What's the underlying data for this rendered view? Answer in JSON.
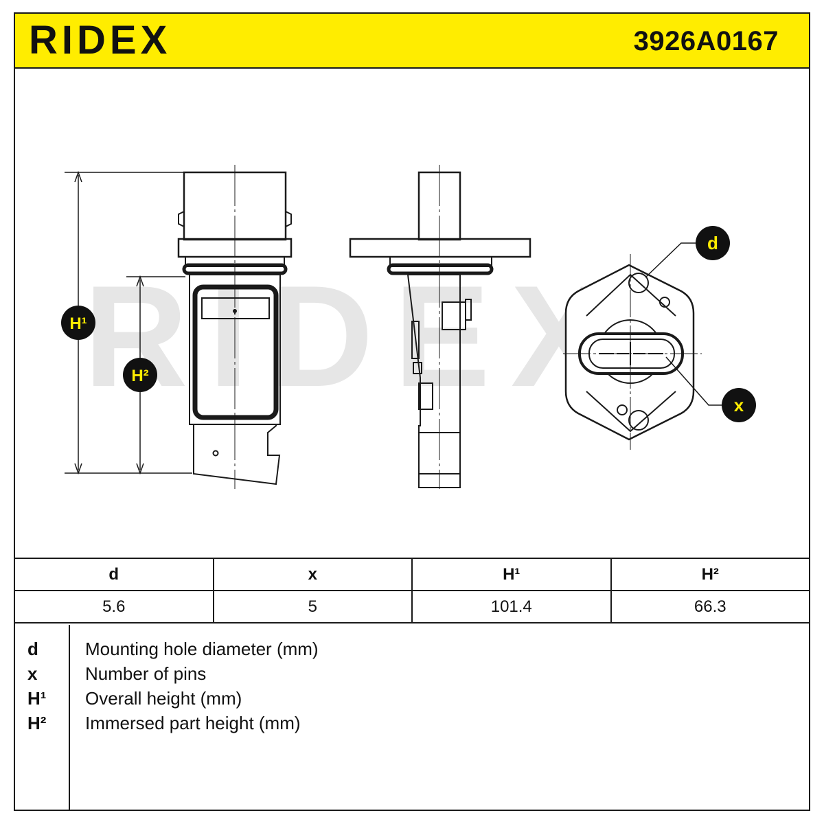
{
  "header": {
    "brand": "RIDEX",
    "part_number": "3926A0167"
  },
  "drawing": {
    "watermark": "RIDEX",
    "label_h1": "H¹",
    "label_h2": "H²",
    "label_d": "d",
    "label_x": "x"
  },
  "spec_table": {
    "headers": [
      "d",
      "x",
      "H¹",
      "H²"
    ],
    "values": [
      "5.6",
      "5",
      "101.4",
      "66.3"
    ]
  },
  "legend": [
    {
      "key": "d",
      "desc": "Mounting hole diameter (mm)"
    },
    {
      "key": "x",
      "desc": "Number of pins"
    },
    {
      "key": "H¹",
      "desc": "Overall height (mm)"
    },
    {
      "key": "H²",
      "desc": "Immersed part height (mm)"
    }
  ],
  "colors": {
    "header_bg": "#ffed00",
    "line": "#1a1a1a",
    "watermark": "#e6e6e6",
    "callout_bg": "#111111",
    "callout_text": "#ffed00"
  }
}
